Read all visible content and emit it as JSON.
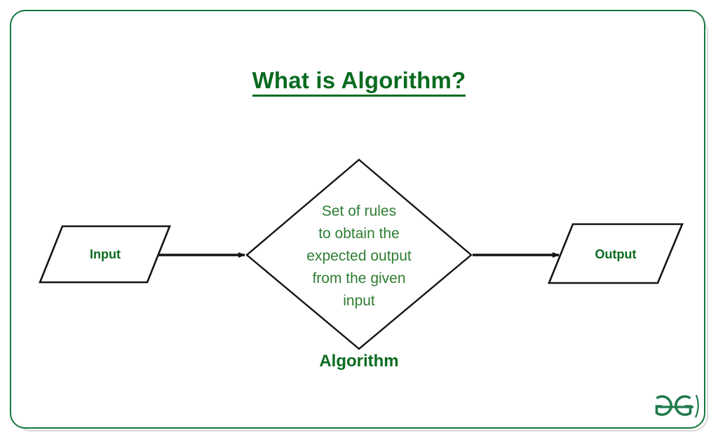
{
  "page": {
    "title": "What is Algorithm?",
    "background_color": "#ffffff",
    "frame_color": "#14773c",
    "accent_green": "#0a6b20",
    "body_green": "#2e7d32",
    "stroke_color": "#141414"
  },
  "diagram": {
    "type": "flowchart",
    "nodes": [
      {
        "id": "input",
        "shape": "parallelogram",
        "label": "Input"
      },
      {
        "id": "algorithm",
        "shape": "diamond",
        "caption": "Algorithm",
        "lines": [
          "Set of rules",
          "to obtain the",
          "expected output",
          "from the given",
          "input"
        ]
      },
      {
        "id": "output",
        "shape": "parallelogram",
        "label": "Output"
      }
    ],
    "edges": [
      {
        "from": "input",
        "to": "algorithm",
        "style": "arrow"
      },
      {
        "from": "algorithm",
        "to": "output",
        "style": "arrow"
      }
    ]
  },
  "logo": {
    "name": "geeksforgeeks-logo",
    "text": "GG"
  }
}
